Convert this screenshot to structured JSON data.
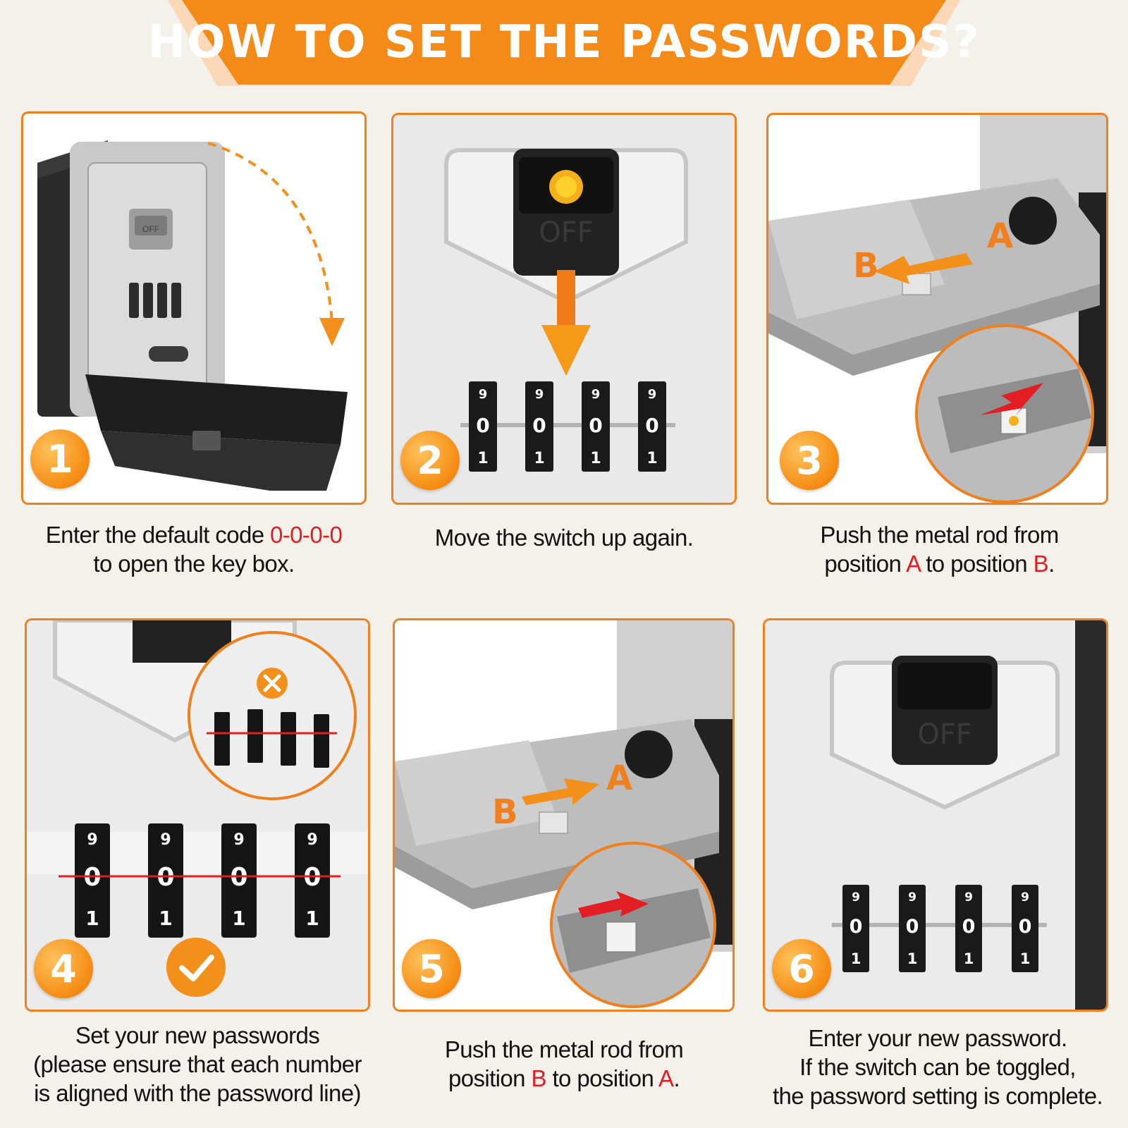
{
  "header": {
    "title": "HOW TO SET THE PASSWORDS?"
  },
  "colors": {
    "accent": "#f07f1e",
    "highlight": "#e21d24",
    "background": "#f4f0ea"
  },
  "steps": [
    {
      "number": "1",
      "line1_pre": "Enter the default code ",
      "line1_code": "0-0-0-0",
      "line2": "to open the key box."
    },
    {
      "number": "2",
      "text": "Move the switch up again."
    },
    {
      "number": "3",
      "line1": "Push the metal rod from",
      "pre": "position ",
      "from": "A",
      "mid": " to position ",
      "to": "B",
      "end": "."
    },
    {
      "number": "4",
      "line1": "Set your new passwords",
      "line2": "(please ensure that each number",
      "line3": "is aligned with the password line)"
    },
    {
      "number": "5",
      "line1": "Push the metal rod from",
      "pre": "position ",
      "from": "B",
      "mid": " to position ",
      "to": "A",
      "end": "."
    },
    {
      "number": "6",
      "line1": "Enter your new password.",
      "line2": "If the switch can be toggled,",
      "line3": "the password setting is complete."
    }
  ],
  "device": {
    "switch_label": "OFF",
    "wheel_top": "9",
    "wheel_mid": "0",
    "wheel_bottom": "1",
    "label_a": "A",
    "label_b": "B"
  },
  "icons": [
    "cross-icon",
    "check-icon",
    "dashed-arrow-icon",
    "down-arrow-icon"
  ]
}
